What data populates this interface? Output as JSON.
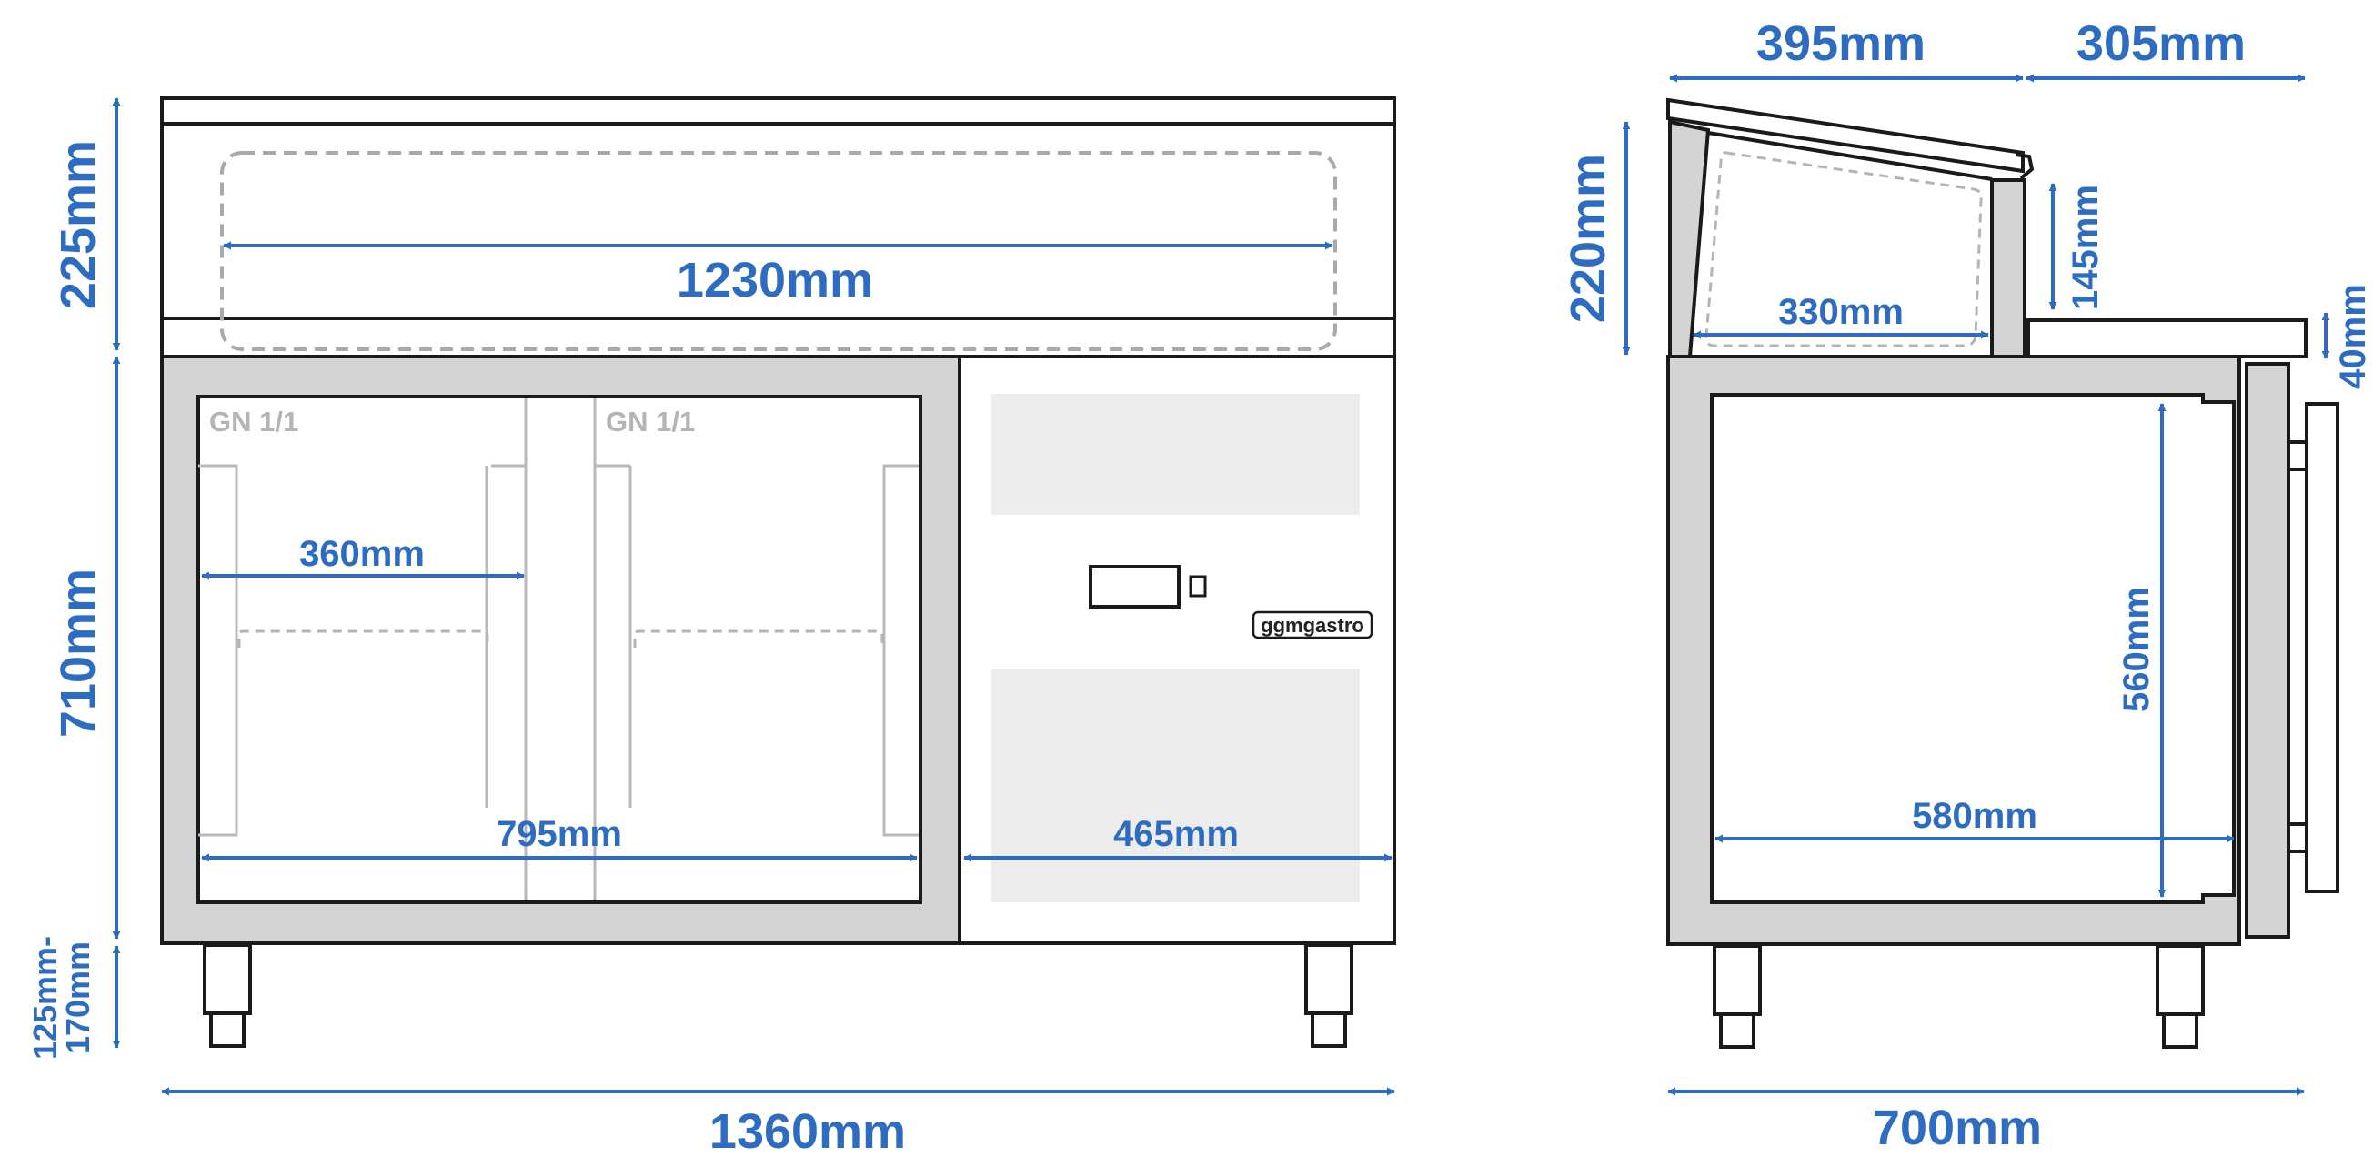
{
  "brand_label": "ggmgastro",
  "colors": {
    "dimension_blue": "#2d6cc0",
    "outline": "#1a1a1a",
    "steel_gray": "#d4d4d4",
    "gn_label_gray": "#b4b4b4"
  },
  "front_view": {
    "gn_labels": [
      "GN 1/1",
      "GN 1/1"
    ],
    "dimensions": {
      "topping_height": "225mm",
      "topping_width": "1230mm",
      "body_height": "710mm",
      "leg_height_line1": "125mm-",
      "leg_height_line2": "170mm",
      "compartment_width": "360mm",
      "interior_width": "795mm",
      "drawer_section_width": "465mm",
      "total_width": "1360mm"
    }
  },
  "side_view": {
    "dimensions": {
      "lid_depth": "395mm",
      "worktop_depth": "305mm",
      "topping_height": "220mm",
      "topping_inner_height": "145mm",
      "worktop_thickness": "40mm",
      "topping_inner_depth": "330mm",
      "interior_height": "560mm",
      "interior_depth": "580mm",
      "total_depth": "700mm"
    }
  }
}
